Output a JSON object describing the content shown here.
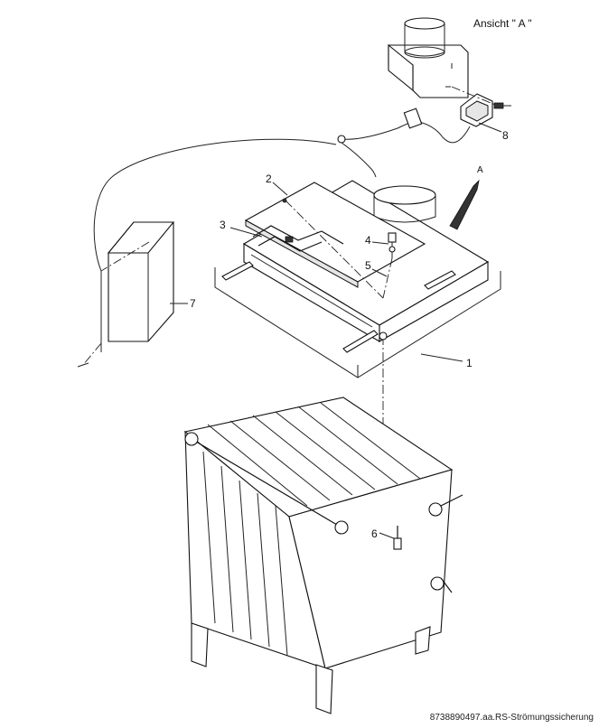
{
  "view_label": "Ansicht \" A \"",
  "arrow_letter": "A",
  "callouts": [
    {
      "id": "1",
      "text": "1"
    },
    {
      "id": "2",
      "text": "2"
    },
    {
      "id": "3",
      "text": "3"
    },
    {
      "id": "4",
      "text": "4"
    },
    {
      "id": "5",
      "text": "5"
    },
    {
      "id": "6",
      "text": "6"
    },
    {
      "id": "7",
      "text": "7"
    },
    {
      "id": "8",
      "text": "8"
    }
  ],
  "footer_code": "8738890497.aa.RS-Strömungssicherung"
}
